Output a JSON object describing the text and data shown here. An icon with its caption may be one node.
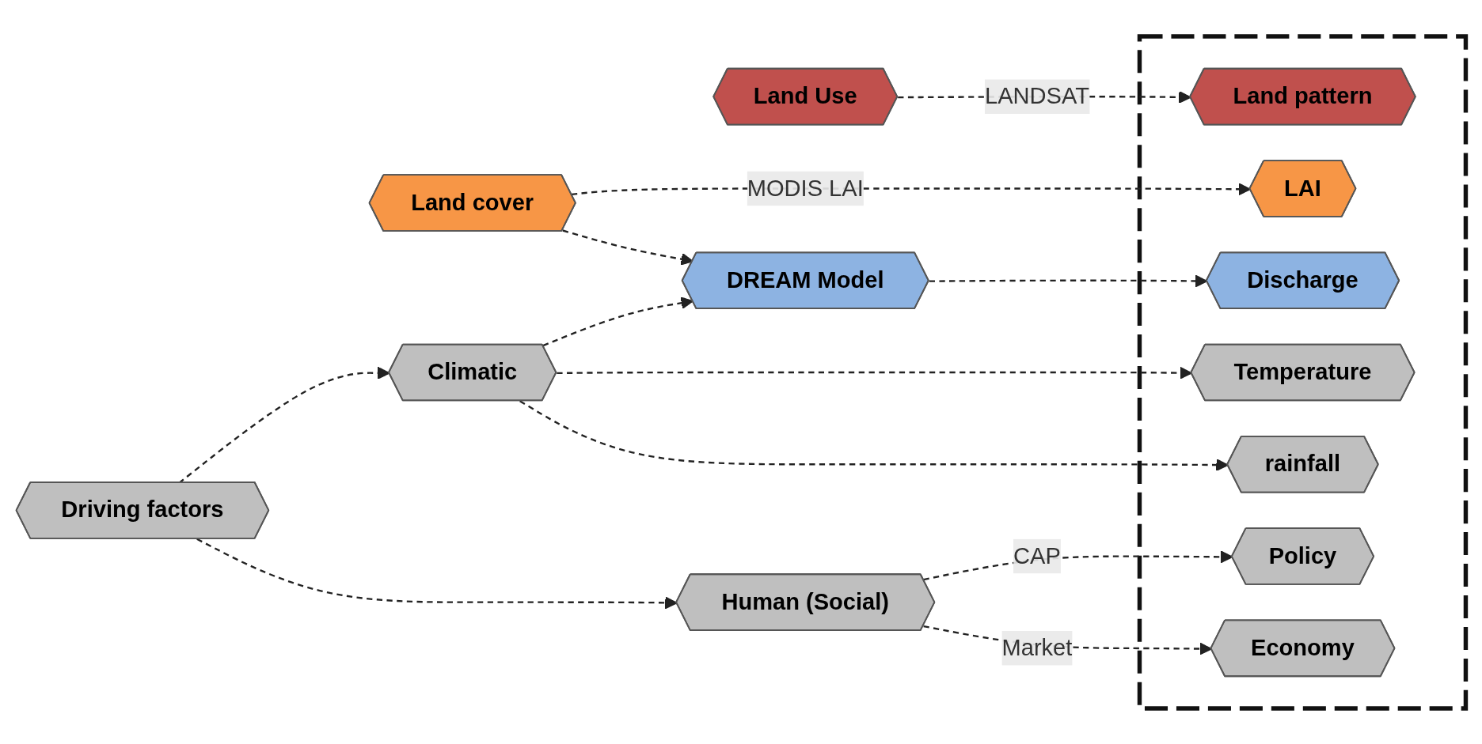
{
  "diagram": {
    "nodes": [
      {
        "text": [],
        "shape": "box"
      },
      {
        "text": [
          "Land Use"
        ]
      },
      {
        "text": [
          "Land pattern"
        ],
        "in": 0
      },
      {
        "text": [
          "Land cover"
        ]
      },
      {
        "text": [
          "LAI"
        ],
        "in": 0
      },
      {
        "text": [
          "DREAM Model"
        ]
      },
      {
        "text": [
          "Discharge"
        ],
        "in": 0
      },
      {
        "text": [
          "Climatic"
        ]
      },
      {
        "text": [
          "Temperature"
        ],
        "in": 0
      },
      {
        "text": [
          "rainfall"
        ],
        "in": 0
      },
      {
        "text": [
          "Driving factors"
        ]
      },
      {
        "text": [
          "Human (Social)"
        ]
      },
      {
        "text": [
          "Policy"
        ],
        "in": 0
      },
      {
        "text": [
          "Economy"
        ],
        "in": 0
      }
    ],
    "edges": [
      {
        "from": 1,
        "to": 2,
        "arrow": "to",
        "label": "LANDSAT",
        "style": "dashed"
      },
      {
        "from": 3,
        "to": 4,
        "arrow": "to",
        "label": "MODIS LAI",
        "style": "dashed"
      },
      {
        "from": 3,
        "to": 5,
        "arrow": "to",
        "style": "dashed"
      },
      {
        "from": 5,
        "to": 6,
        "arrow": "to",
        "style": "dashed"
      },
      {
        "from": 7,
        "to": 5,
        "arrow": "to",
        "style": "dashed"
      },
      {
        "from": 7,
        "to": 8,
        "arrow": "to",
        "style": "dashed"
      },
      {
        "from": 7,
        "to": 9,
        "arrow": "to",
        "style": "dashed"
      },
      {
        "from": 10,
        "to": 7,
        "arrow": "to",
        "style": "dashed"
      },
      {
        "from": 10,
        "to": 11,
        "arrow": "to",
        "style": "dashed"
      },
      {
        "from": 11,
        "to": 12,
        "arrow": "to",
        "label": "CAP",
        "style": "dashed"
      },
      {
        "from": 11,
        "to": 13,
        "arrow": "to",
        "label": "Market",
        "style": "dashed"
      }
    ]
  }
}
